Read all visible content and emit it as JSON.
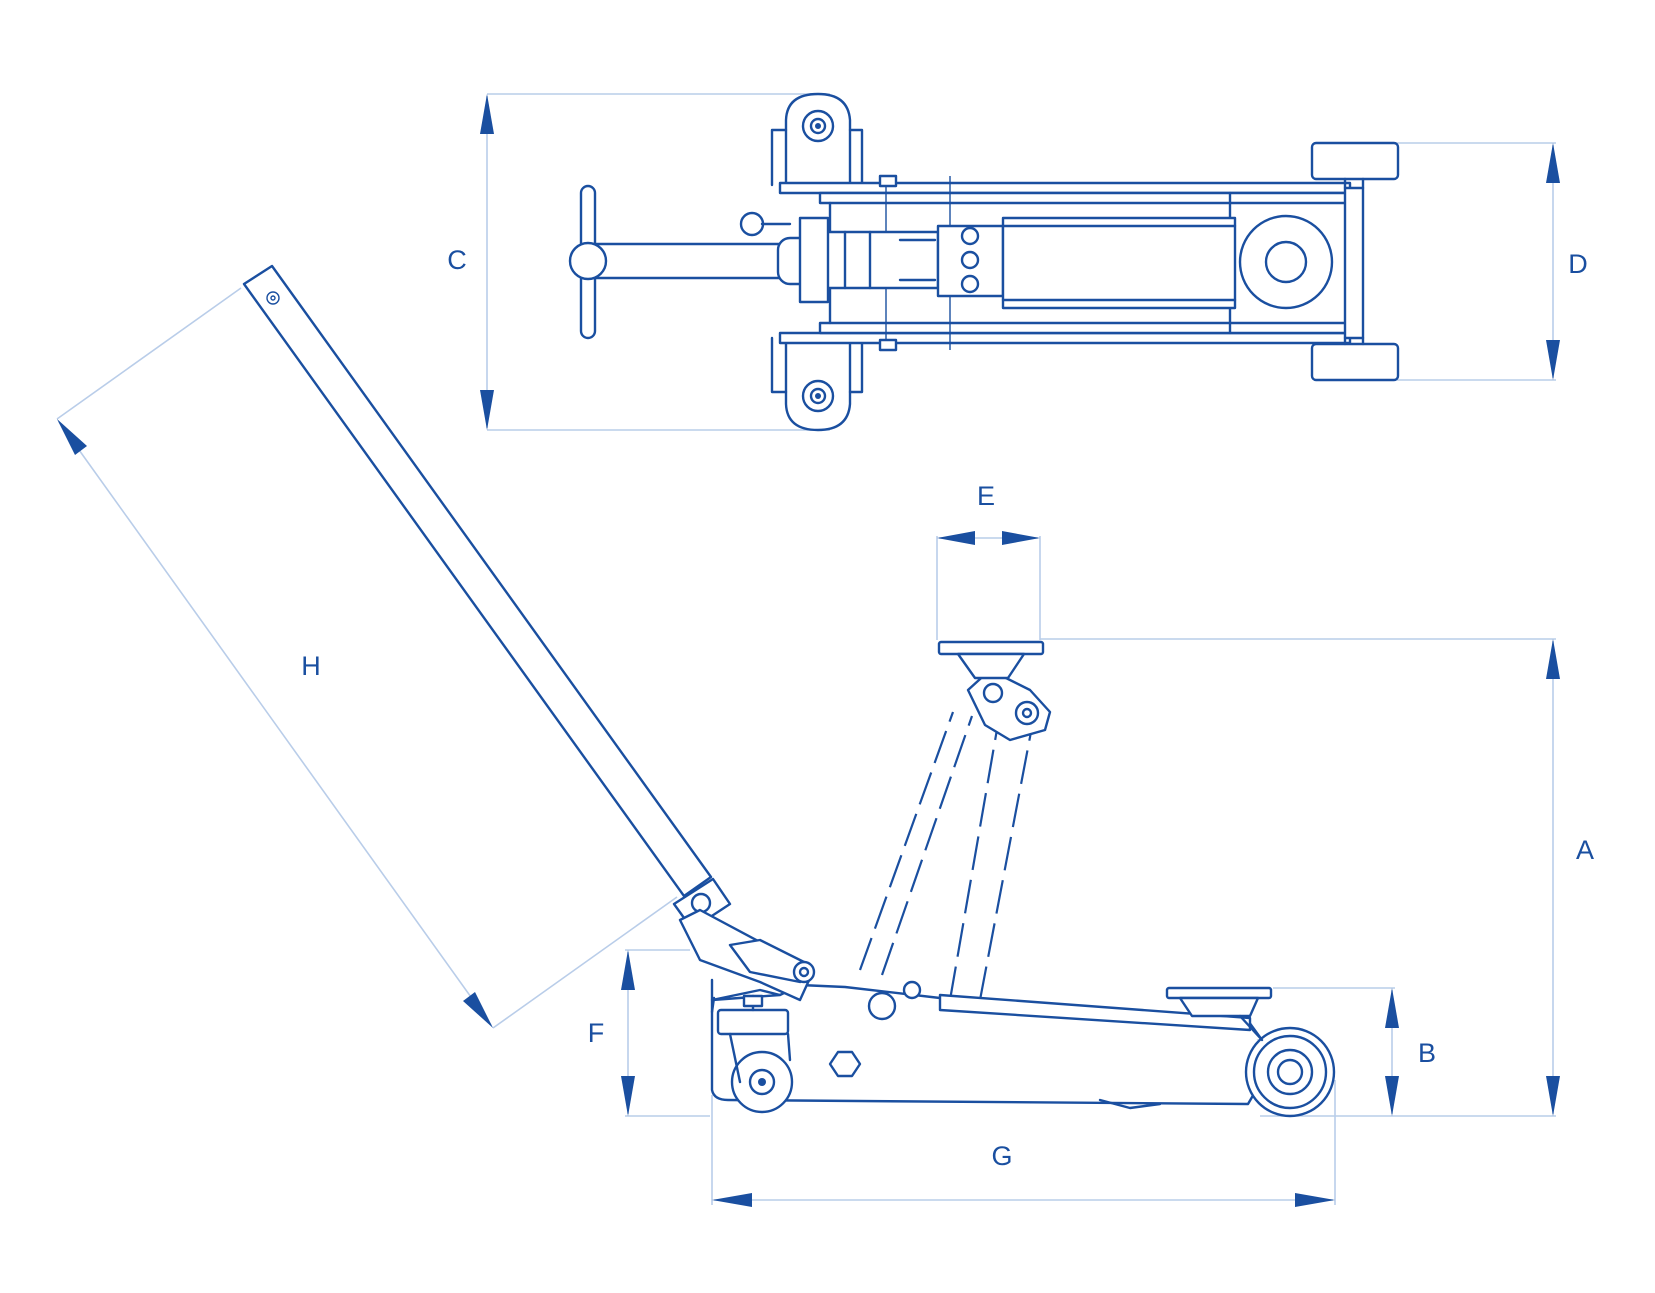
{
  "colors": {
    "line": "#1a4fa0",
    "dimension_line": "#b9cde9",
    "background": "#ffffff"
  },
  "dimension_labels": {
    "A": "A",
    "B": "B",
    "C": "C",
    "D": "D",
    "E": "E",
    "F": "F",
    "G": "G",
    "H": "H"
  }
}
